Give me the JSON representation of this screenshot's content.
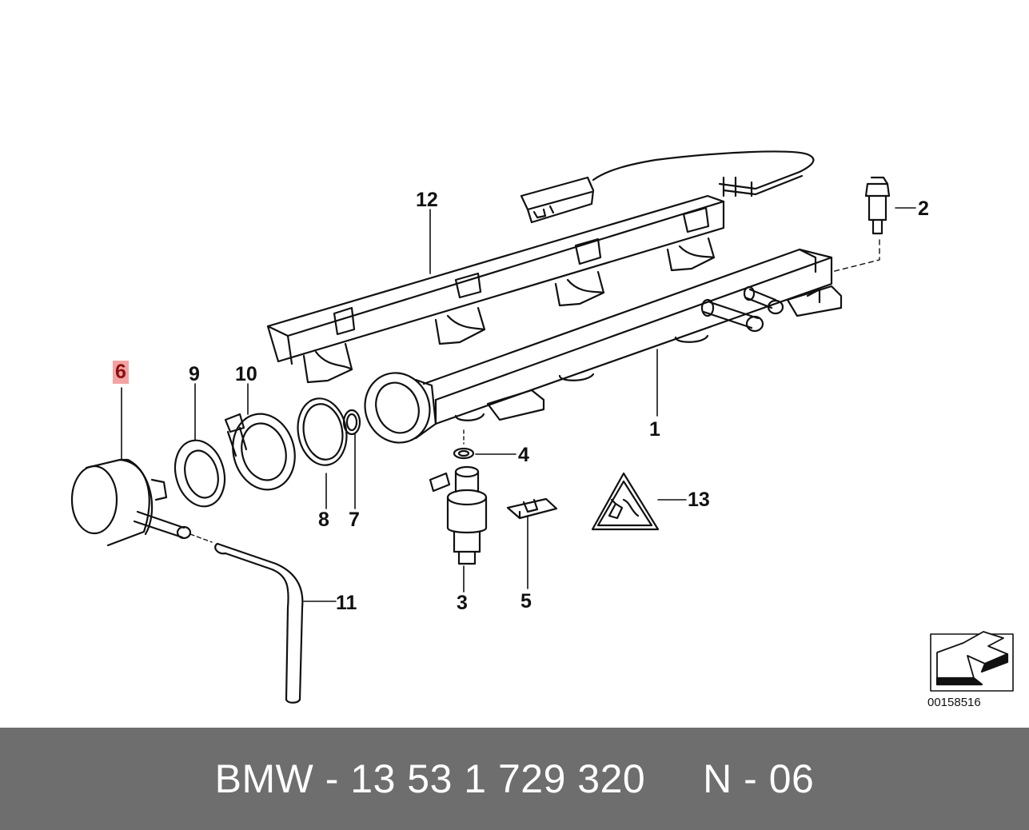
{
  "diagram": {
    "callouts": [
      {
        "id": "1",
        "text": "1"
      },
      {
        "id": "2",
        "text": "2"
      },
      {
        "id": "3",
        "text": "3"
      },
      {
        "id": "4",
        "text": "4"
      },
      {
        "id": "5",
        "text": "5"
      },
      {
        "id": "6",
        "text": "6",
        "highlighted": true
      },
      {
        "id": "7",
        "text": "7"
      },
      {
        "id": "8",
        "text": "8"
      },
      {
        "id": "9",
        "text": "9"
      },
      {
        "id": "10",
        "text": "10"
      },
      {
        "id": "11",
        "text": "11"
      },
      {
        "id": "12",
        "text": "12"
      },
      {
        "id": "13",
        "text": "13"
      }
    ],
    "reference_code": "00158516",
    "highlight_color": "#f3a3a3"
  },
  "footer": {
    "part_text": "BMW - 13 53 1 729 320     N - 06",
    "background_color": "#6e6e6e"
  }
}
